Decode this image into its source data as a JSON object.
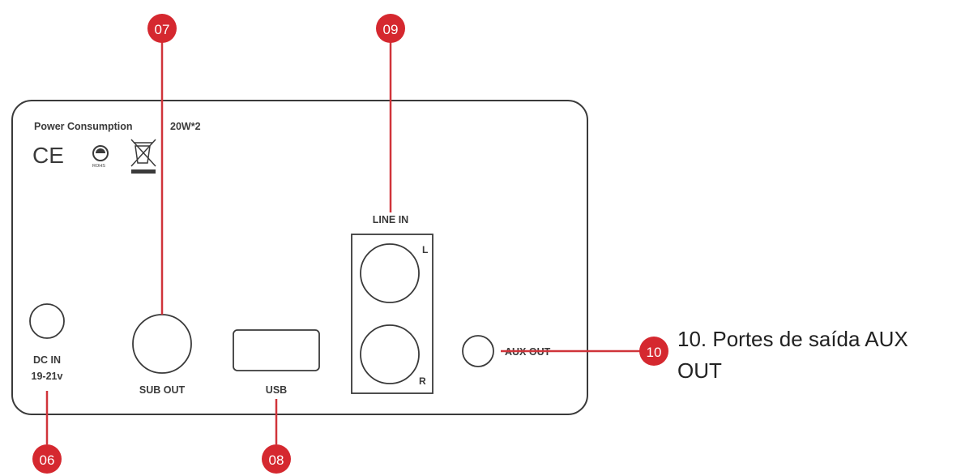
{
  "panel": {
    "power_label": "Power Consumption",
    "power_value": "20W*2",
    "ce_mark": "CE",
    "rohs_mark": "ROHS"
  },
  "ports": {
    "dc_in_line1": "DC IN",
    "dc_in_line2": "19-21v",
    "sub_out": "SUB OUT",
    "usb": "USB",
    "line_in": "LINE IN",
    "left_channel": "L",
    "right_channel": "R",
    "aux_out": "AUX OUT"
  },
  "markers": {
    "m06": "06",
    "m07": "07",
    "m08": "08",
    "m09": "09",
    "m10": "10"
  },
  "caption": {
    "line1": "10. Portes de saída AUX",
    "line2": "OUT"
  },
  "colors": {
    "marker_red": "#d5282f",
    "leader_red": "#d0343a",
    "outline": "#3a3a3a"
  }
}
